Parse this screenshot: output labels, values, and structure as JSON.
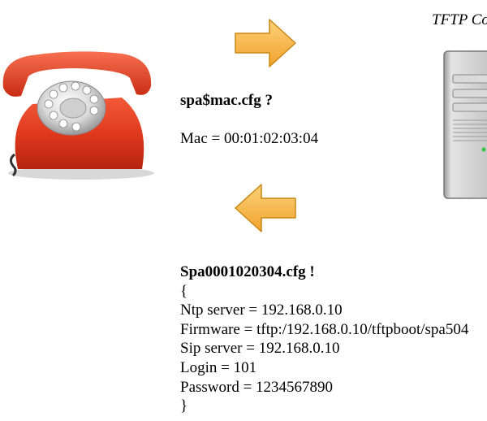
{
  "server": {
    "title": "TFTP Co"
  },
  "request": {
    "filename": "spa$mac.cfg ?",
    "mac_line": "Mac = 00:01:02:03:04"
  },
  "response": {
    "filename": "Spa0001020304.cfg !",
    "open_brace": "{",
    "lines": [
      "Ntp server = 192.168.0.10",
      "Firmware = tftp:/192.168.0.10/tftpboot/spa504",
      "Sip server = 192.168.0.10",
      "Login = 101",
      "Password = 1234567890"
    ],
    "close_brace": "}"
  },
  "icons": {
    "phone": "rotary-telephone-icon",
    "server": "server-tower-icon",
    "arrow_right": "arrow-right-icon",
    "arrow_left": "arrow-left-icon"
  },
  "colors": {
    "phone_red": "#e03a1e",
    "arrow_orange": "#f6b93b",
    "server_gray": "#c9c9c9"
  }
}
